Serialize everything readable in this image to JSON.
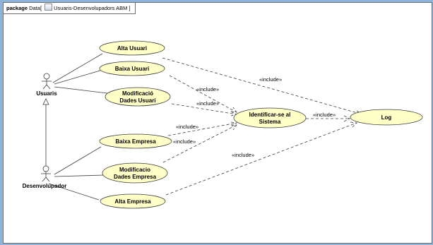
{
  "frame": {
    "keyword": "package",
    "name": "Data",
    "diagram_title": "Usuaris-Desenvolupadors ABM",
    "icon": "usecase-diagram-icon"
  },
  "actors": {
    "usuaris": "Usuaris",
    "desenvolupador": "Desenvolupador"
  },
  "use_cases": {
    "alta_usuari": [
      "Alta Usuari"
    ],
    "baixa_usuari": [
      "Baixa Usuari"
    ],
    "modificacio_usuari": [
      "Modificació",
      "Dades Usuari"
    ],
    "identificar": [
      "Identificar-se al",
      "Sistema"
    ],
    "log": [
      "Log"
    ],
    "baixa_empresa": [
      "Baixa Empresa"
    ],
    "modificacio_empresa": [
      "Modificacio",
      "Dades Empresa"
    ],
    "alta_empresa": [
      "Alta Empresa"
    ]
  },
  "relation_label": "«include»"
}
